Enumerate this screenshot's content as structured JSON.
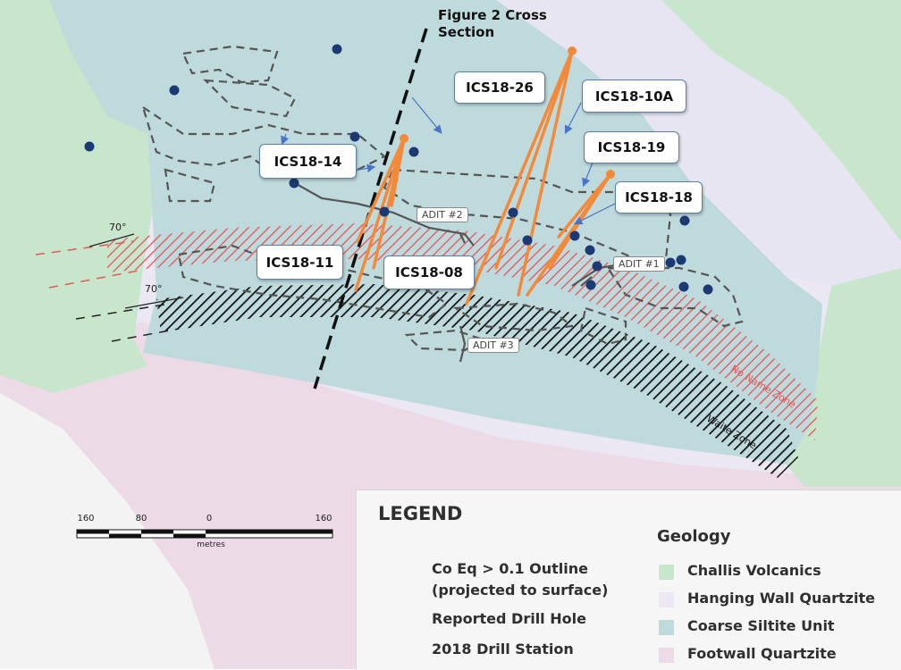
{
  "figure_label": "Figure 2 Cross Section",
  "drill_holes": [
    "ICS18-26",
    "ICS18-10A",
    "ICS18-14",
    "ICS18-19",
    "ICS18-18",
    "ICS18-11",
    "ICS18-08"
  ],
  "adits": [
    "ADIT #2",
    "ADIT #1",
    "ADIT #3"
  ],
  "dip_angles": [
    "70°",
    "70°"
  ],
  "zones": {
    "no_name": "No Name Zone",
    "waite": "Waite Zone"
  },
  "scale_bar": {
    "ticks": [
      "160",
      "80",
      "0",
      "160"
    ],
    "unit": "metres"
  },
  "legend": {
    "title": "LEGEND",
    "outline_line1": "Co Eq > 0.1 Outline",
    "outline_line2": "(projected to surface)",
    "drill_hole": "Reported Drill Hole",
    "drill_station": "2018 Drill Station",
    "geology_title": "Geology",
    "geology_units": [
      {
        "name": "Challis Volcanics",
        "color": "#c8e6cc"
      },
      {
        "name": "Hanging Wall Quartzite",
        "color": "#ebe7f3"
      },
      {
        "name": "Coarse Siltite Unit",
        "color": "#bfdadd"
      },
      {
        "name": "Footwall Quartzite",
        "color": "#ecdbe6"
      }
    ]
  },
  "colors": {
    "drill_hole": "#f28a3a",
    "drill_station": "#1b3a73",
    "no_name_zone": "#e3585b",
    "waite_zone": "#111111",
    "callout_border": "#5b7fa6"
  }
}
